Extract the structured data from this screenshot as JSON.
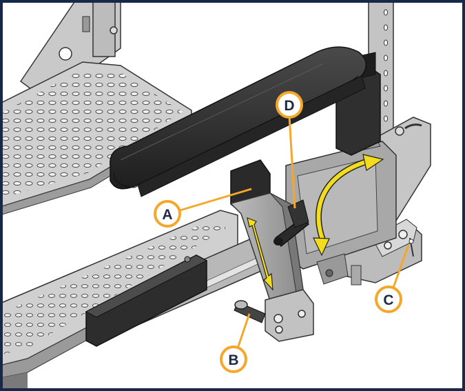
{
  "diagram": {
    "frame_color": "#16294a",
    "callout_color": "#f5a72a",
    "arrow_color": "#f2dc1c",
    "callouts": [
      {
        "id": "A",
        "label": "A"
      },
      {
        "id": "B",
        "label": "B"
      },
      {
        "id": "C",
        "label": "C"
      },
      {
        "id": "D",
        "label": "D"
      }
    ]
  }
}
